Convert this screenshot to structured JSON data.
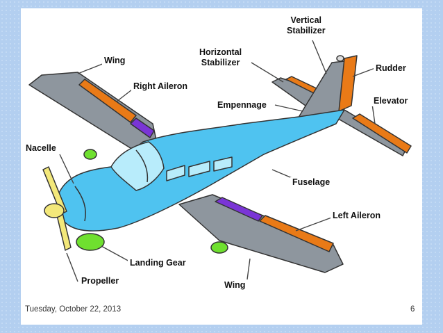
{
  "colors": {
    "frame": "#aecbef",
    "fuselage": "#4fc3f0",
    "wing": "#8e969e",
    "aileron_orange": "#e97a17",
    "aileron_purple": "#7a35d6",
    "propeller": "#f3e87a",
    "landing_gear": "#6fe02f"
  },
  "labels": {
    "vertical_stabilizer": [
      "Vertical",
      "Stabilizer"
    ],
    "horizontal_stabilizer": [
      "Horizontal",
      "Stabilizer"
    ],
    "wing_top": "Wing",
    "right_aileron": "Right Aileron",
    "rudder": "Rudder",
    "elevator": "Elevator",
    "empennage": "Empennage",
    "nacelle": "Nacelle",
    "fuselage": "Fuselage",
    "left_aileron": "Left Aileron",
    "landing_gear": "Landing Gear",
    "propeller": "Propeller",
    "wing_bottom": "Wing"
  },
  "footer": {
    "date": "Tuesday, October 22, 2013",
    "page": "6"
  }
}
